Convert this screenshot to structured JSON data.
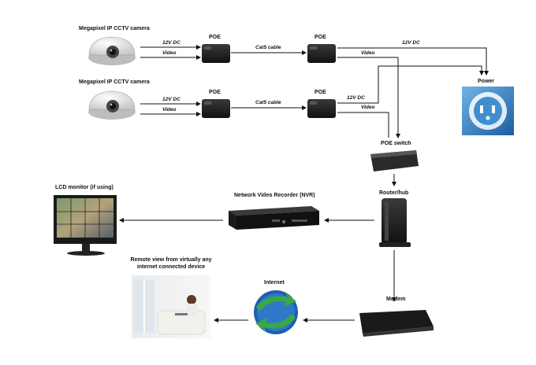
{
  "labels": {
    "camera1": "Megapixel IP  CCTV camera",
    "camera2": "Megapixel IP  CCTV camera",
    "poe_a1": "POE",
    "poe_b1": "POE",
    "poe_a2": "POE",
    "poe_b2": "POE",
    "dc_in1": "12V DC",
    "video_in1": "Video",
    "dc_in2": "12V DC",
    "video_in2": "Video",
    "cable1": "Cat5 cable",
    "cable2": "Cat5 cable",
    "dc_out1": "12V DC",
    "video_out1": "Video",
    "dc_out2": "12V DC",
    "video_out2": "Video",
    "power": "Power",
    "poe_switch": "POE switch",
    "router": "Router/hub",
    "nvr": "Network Video Recorder (NVR)",
    "lcd": "LCD monitor (if using)",
    "modem": "Modem",
    "internet": "Internet",
    "remote_line1": "Remote view from virtually any",
    "remote_line2": "internet connected device"
  },
  "colors": {
    "line": "#111111",
    "power_blue": "#2f86c8",
    "globe_blue": "#1f5fae",
    "globe_green": "#3aa845"
  }
}
